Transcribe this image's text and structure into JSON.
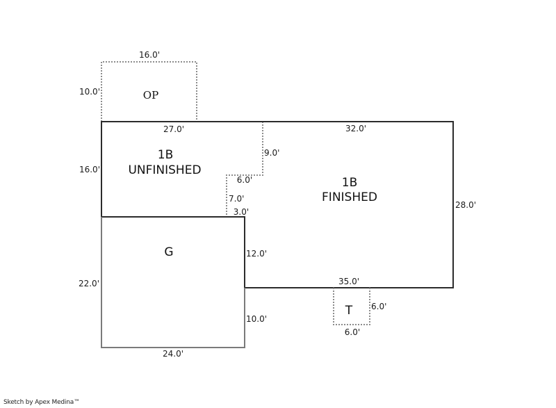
{
  "sketch": {
    "areas": {
      "op": {
        "label": "OP",
        "style": "dashed"
      },
      "unfinished": {
        "label_line1": "1B",
        "label_line2": "UNFINISHED",
        "style": "solid"
      },
      "finished": {
        "label_line1": "1B",
        "label_line2": "FINISHED",
        "style": "solid"
      },
      "garage": {
        "label": "G",
        "style": "solid"
      },
      "t": {
        "label": "T",
        "style": "dashed"
      }
    },
    "dimensions": {
      "op_top": "16.0'",
      "op_left": "10.0'",
      "unfinished_top": "27.0'",
      "unfinished_left": "16.0'",
      "step_upper": "9.0'",
      "step_mid": "6.0'",
      "step_lower": "7.0'",
      "step_bottom": "3.0'",
      "finished_top": "32.0'",
      "finished_right": "28.0'",
      "finished_bottom": "35.0'",
      "finished_left": "12.0'",
      "garage_left": "22.0'",
      "garage_right": "10.0'",
      "garage_bottom": "24.0'",
      "t_right": "6.0'",
      "t_bottom": "6.0'"
    },
    "colors": {
      "solid_line": "#2b2b2b",
      "garage_line": "#7a7a7a",
      "dashed_line": "#8c8c8c"
    }
  },
  "footer": {
    "credit": "Sketch by Apex Medina™"
  }
}
